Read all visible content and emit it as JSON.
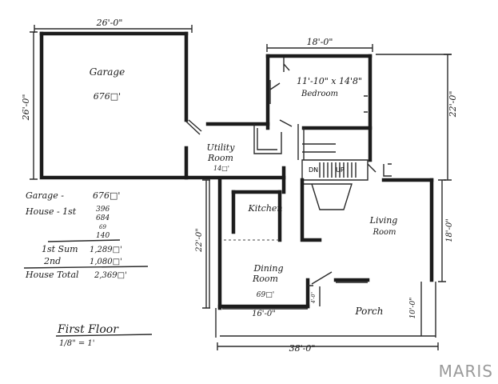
{
  "dimensions": {
    "garage_width": "26'-0\"",
    "garage_depth": "26'-0\"",
    "bedroom_width": "18'-0\"",
    "house_depth": "22'-0\"",
    "dining_depth": "22'-0\"",
    "living_depth": "18'-0\"",
    "dining_width": "16'-0\"",
    "porch_depth": "10'-0\"",
    "total_width": "38'-0\""
  },
  "rooms": {
    "garage_label": "Garage",
    "garage_area": "676□'",
    "bedroom_size": "11'-10\" x 14'8\"",
    "bedroom_label": "Bedroom",
    "utility_label_1": "Utility",
    "utility_label_2": "Room",
    "utility_area": "14□'",
    "kitchen_label": "Kitchen",
    "living_label_1": "Living",
    "living_label_2": "Room",
    "dining_label_1": "Dining",
    "dining_label_2": "Room",
    "dining_area": "69□'",
    "porch_label": "Porch",
    "stair_down": "DN",
    "stair_up": "UP",
    "closet_width": "4'-0\""
  },
  "totals": {
    "garage_label": "Garage -",
    "garage_value": "676□'",
    "house_1st_label": "House - 1st",
    "house_1st_values": [
      "396",
      "684",
      "69",
      "140"
    ],
    "first_sum_label": "1st Sum",
    "first_sum_value": "1,289□'",
    "second_label": "2nd",
    "second_value": "1,080□'",
    "house_total_label": "House Total",
    "house_total_value": "2,369□'"
  },
  "title": {
    "heading": "First Floor",
    "scale": "1/8\" = 1'"
  },
  "watermark": "MARIS",
  "colors": {
    "ink": "#1c1c1c",
    "paper": "#ffffff",
    "watermark": "#9a9a9a"
  }
}
